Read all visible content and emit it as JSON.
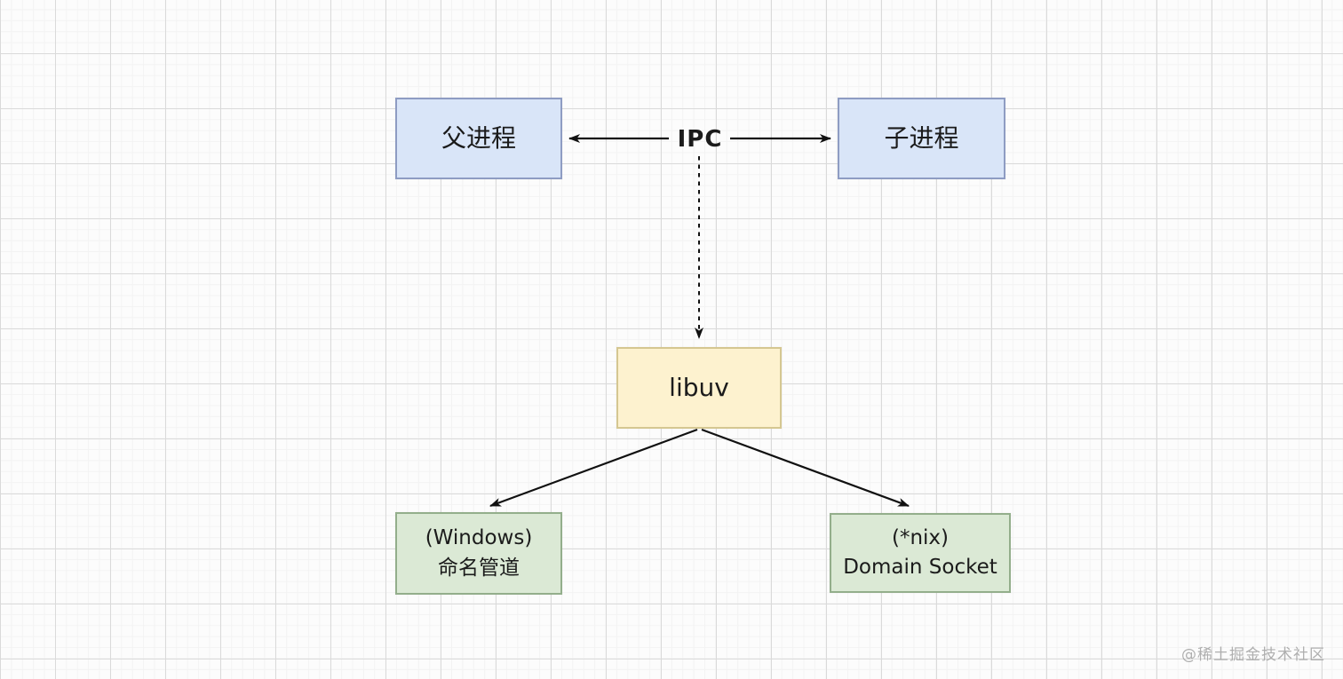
{
  "nodes": {
    "parent_process": {
      "label": "父进程"
    },
    "child_process": {
      "label": "子进程"
    },
    "libuv": {
      "label": "libuv"
    },
    "windows_named_pipe": {
      "line1": "(Windows)",
      "line2": "命名管道"
    },
    "nix_domain_socket": {
      "line1": "(*nix)",
      "line2": "Domain Socket"
    }
  },
  "edges": {
    "ipc_label": "IPC"
  },
  "watermark": {
    "text": "@稀土掘金技术社区"
  },
  "colors": {
    "blue_fill": "#d9e5f8",
    "blue_stroke": "#8e9cc3",
    "yellow_fill": "#fdf2cf",
    "yellow_stroke": "#d5c791",
    "green_fill": "#dbe9d5",
    "green_stroke": "#93ae8b",
    "arrow": "#111111",
    "grid_minor": "#f3f3f3",
    "grid_major": "#dadada",
    "canvas_bg": "#fcfcfc",
    "watermark": "#9c9c9c"
  }
}
